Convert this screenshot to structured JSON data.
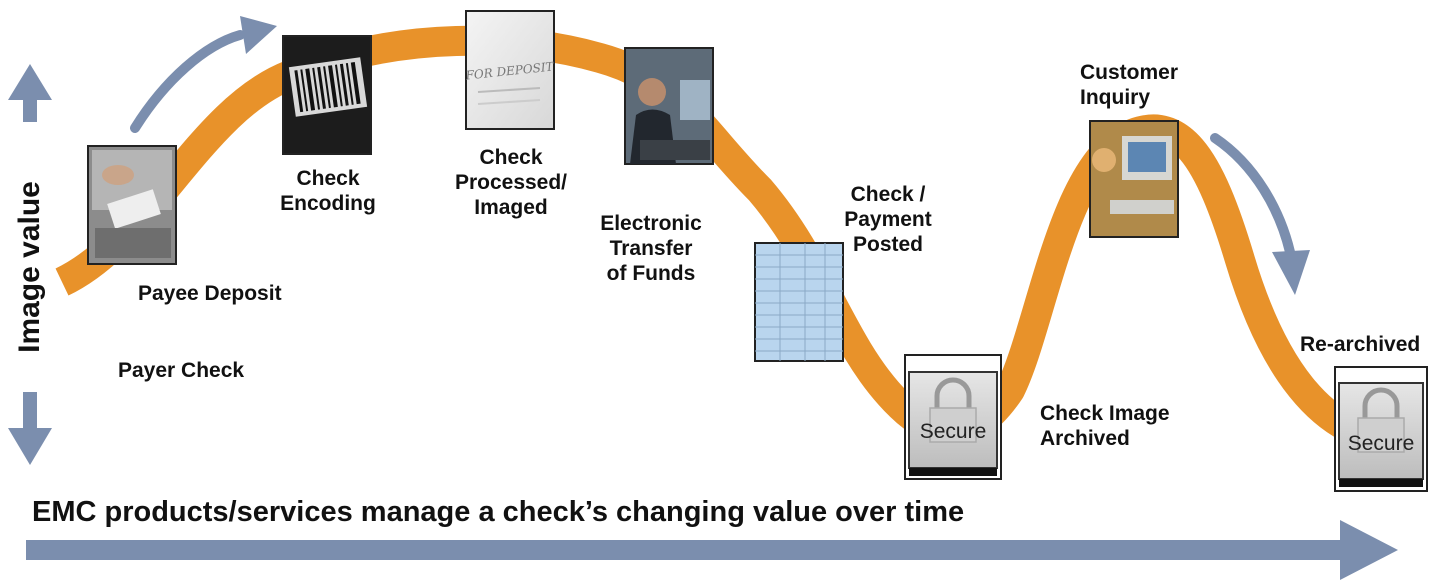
{
  "axis": {
    "y_label": "Image value"
  },
  "caption": "EMC products/services manage a check’s changing value over time",
  "colors": {
    "curve": "#E8922A",
    "arrow": "#7B8EAE"
  },
  "steps": [
    {
      "id": "payer-check",
      "label": "Payer Check"
    },
    {
      "id": "payee-deposit",
      "label": "Payee Deposit",
      "icon": "deposit-photo-icon"
    },
    {
      "id": "check-encoding",
      "label": "Check\nEncoding",
      "icon": "barcode-photo-icon"
    },
    {
      "id": "check-processed",
      "label": "Check\nProcessed/\nImaged",
      "icon": "for-deposit-photo-icon"
    },
    {
      "id": "electronic-transfer",
      "label": "Electronic\nTransfer\nof Funds",
      "icon": "office-worker-photo-icon"
    },
    {
      "id": "payment-posted",
      "label": "Check /\nPayment\nPosted",
      "icon": "spreadsheet-icon"
    },
    {
      "id": "image-archived",
      "label": "Check Image\nArchived",
      "icon": "secure-lock-icon",
      "badge": "Secure"
    },
    {
      "id": "customer-inquiry",
      "label": "Customer\nInquiry",
      "icon": "computer-user-photo-icon"
    },
    {
      "id": "re-archived",
      "label": "Re-archived",
      "icon": "secure-lock-icon",
      "badge": "Secure"
    }
  ]
}
